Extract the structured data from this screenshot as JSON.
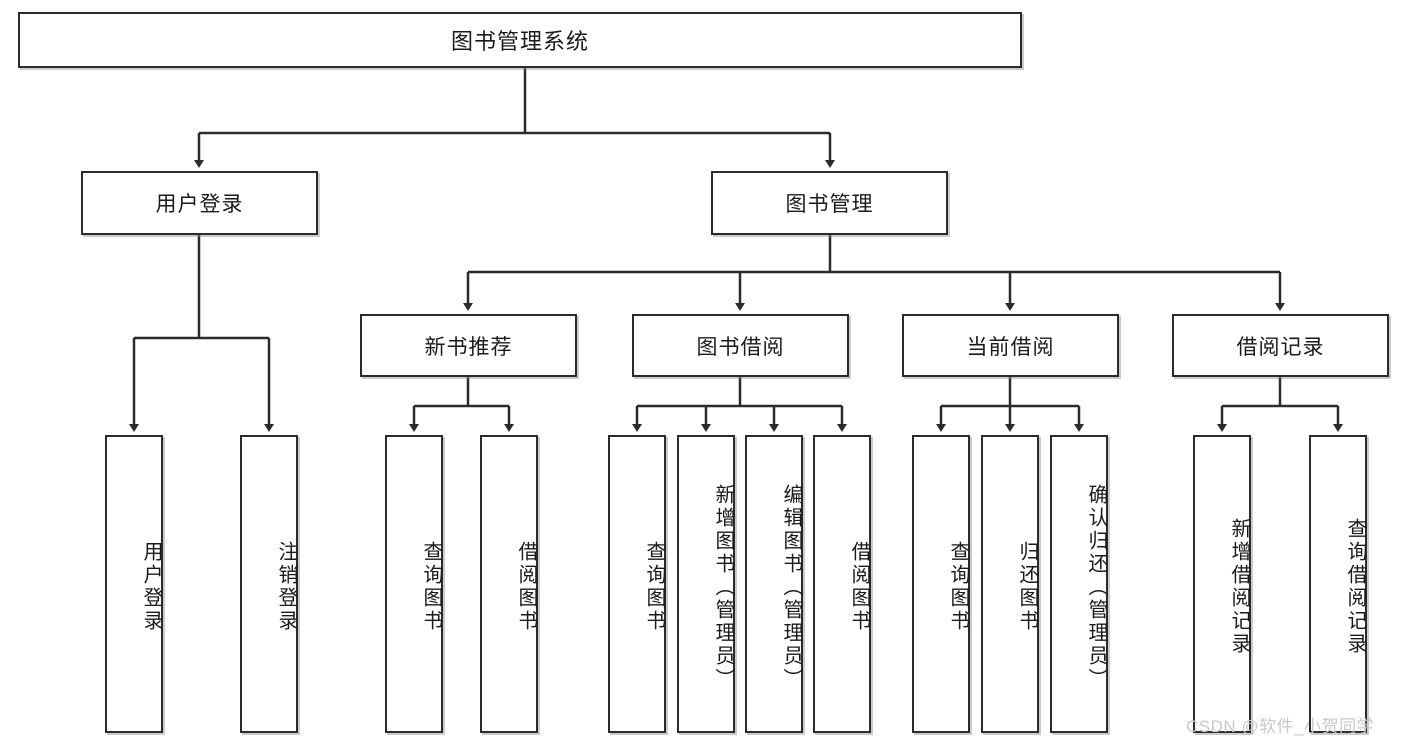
{
  "diagram": {
    "title": "图书管理系统",
    "watermark": "CSDN @软件_小贺同学",
    "stroke_color": "#2b2b2b",
    "background_color": "#ffffff",
    "level2": {
      "user_login": "用户登录",
      "book_manage": "图书管理"
    },
    "level3": {
      "new_book_rec": "新书推荐",
      "book_borrow": "图书借阅",
      "current_borrow": "当前借阅",
      "borrow_record": "借阅记录"
    },
    "leaves": {
      "login_1": "用户登录",
      "login_2": "注销登录",
      "rec_1": "查询图书",
      "rec_2": "借阅图书",
      "borrow_1": "查询图书",
      "borrow_2": "新增图书（管理员）",
      "borrow_3": "编辑图书（管理员）",
      "borrow_4": "借阅图书",
      "current_1": "查询图书",
      "current_2": "归还图书",
      "current_3": "确认归还（管理员）",
      "record_1": "新增借阅记录",
      "record_2": "查询借阅记录"
    }
  }
}
